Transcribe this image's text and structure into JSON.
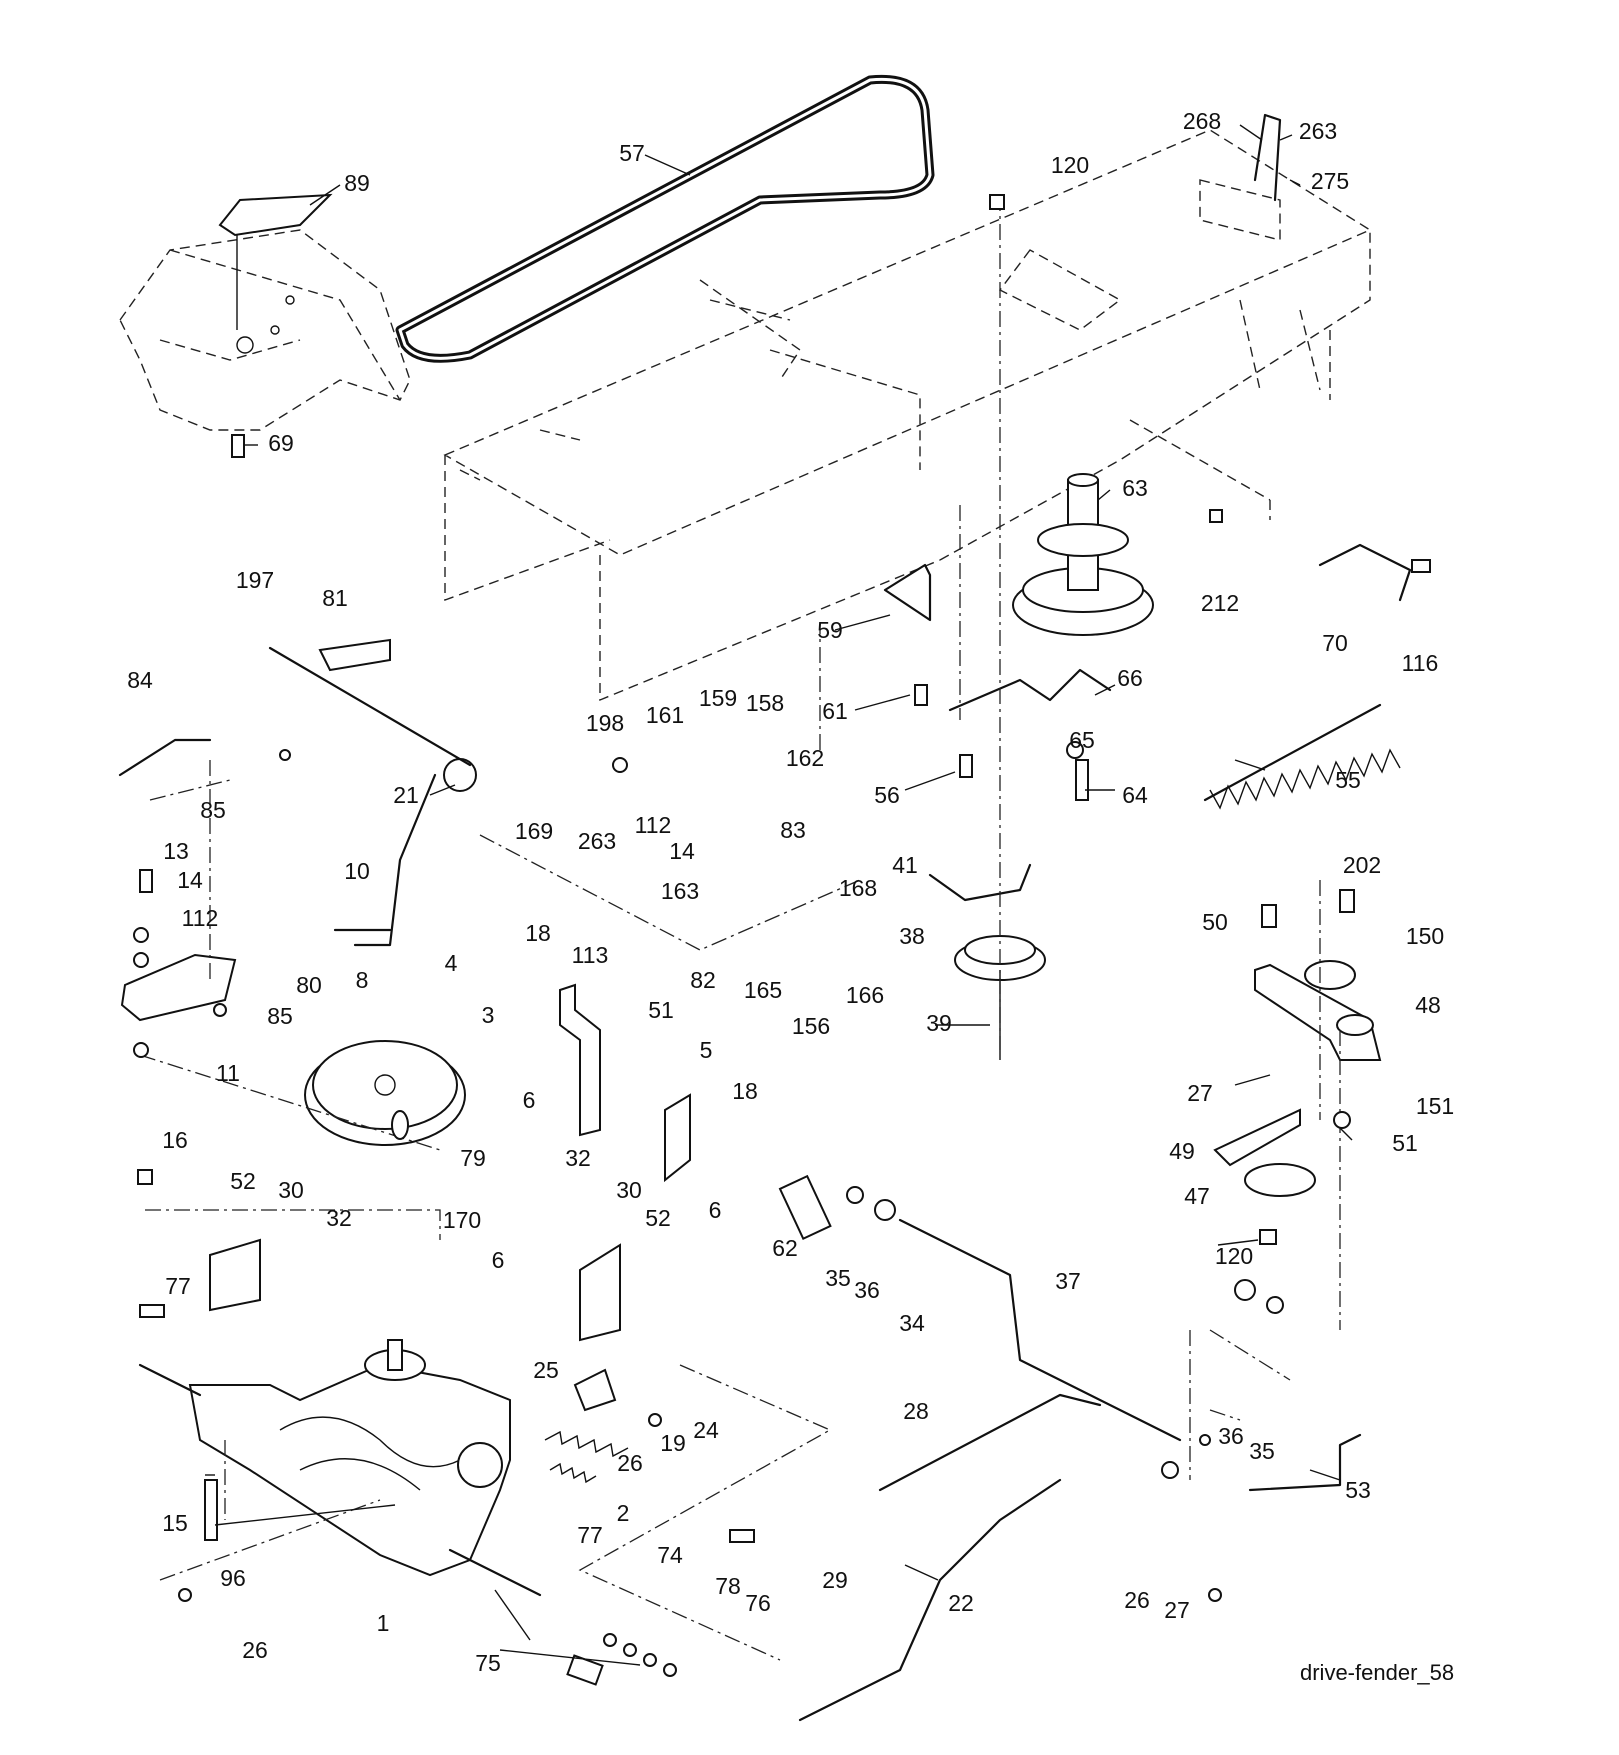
{
  "diagram": {
    "caption": "drive-fender_58",
    "labels": [
      {
        "id": "l-57",
        "text": "57"
      },
      {
        "id": "l-89",
        "text": "89"
      },
      {
        "id": "l-120a",
        "text": "120"
      },
      {
        "id": "l-268",
        "text": "268"
      },
      {
        "id": "l-263a",
        "text": "263"
      },
      {
        "id": "l-275",
        "text": "275"
      },
      {
        "id": "l-69",
        "text": "69"
      },
      {
        "id": "l-63",
        "text": "63"
      },
      {
        "id": "l-212",
        "text": "212"
      },
      {
        "id": "l-70",
        "text": "70"
      },
      {
        "id": "l-116",
        "text": "116"
      },
      {
        "id": "l-197",
        "text": "197"
      },
      {
        "id": "l-81",
        "text": "81"
      },
      {
        "id": "l-59",
        "text": "59"
      },
      {
        "id": "l-84",
        "text": "84"
      },
      {
        "id": "l-61",
        "text": "61"
      },
      {
        "id": "l-66",
        "text": "66"
      },
      {
        "id": "l-198",
        "text": "198"
      },
      {
        "id": "l-161",
        "text": "161"
      },
      {
        "id": "l-159",
        "text": "159"
      },
      {
        "id": "l-158",
        "text": "158"
      },
      {
        "id": "l-65",
        "text": "65"
      },
      {
        "id": "l-55",
        "text": "55"
      },
      {
        "id": "l-85a",
        "text": "85"
      },
      {
        "id": "l-21",
        "text": "21"
      },
      {
        "id": "l-162",
        "text": "162"
      },
      {
        "id": "l-56",
        "text": "56"
      },
      {
        "id": "l-64",
        "text": "64"
      },
      {
        "id": "l-169",
        "text": "169"
      },
      {
        "id": "l-263b",
        "text": "263"
      },
      {
        "id": "l-112a",
        "text": "112"
      },
      {
        "id": "l-10",
        "text": "10"
      },
      {
        "id": "l-14a",
        "text": "14"
      },
      {
        "id": "l-83",
        "text": "83"
      },
      {
        "id": "l-41",
        "text": "41"
      },
      {
        "id": "l-13",
        "text": "13"
      },
      {
        "id": "l-202",
        "text": "202"
      },
      {
        "id": "l-163",
        "text": "163"
      },
      {
        "id": "l-14b",
        "text": "14"
      },
      {
        "id": "l-168",
        "text": "168"
      },
      {
        "id": "l-112b",
        "text": "112"
      },
      {
        "id": "l-50",
        "text": "50"
      },
      {
        "id": "l-150",
        "text": "150"
      },
      {
        "id": "l-38",
        "text": "38"
      },
      {
        "id": "l-18a",
        "text": "18"
      },
      {
        "id": "l-113",
        "text": "113"
      },
      {
        "id": "l-80",
        "text": "80"
      },
      {
        "id": "l-8",
        "text": "8"
      },
      {
        "id": "l-4",
        "text": "4"
      },
      {
        "id": "l-82",
        "text": "82"
      },
      {
        "id": "l-165",
        "text": "165"
      },
      {
        "id": "l-166",
        "text": "166"
      },
      {
        "id": "l-48",
        "text": "48"
      },
      {
        "id": "l-85b",
        "text": "85"
      },
      {
        "id": "l-51a",
        "text": "51"
      },
      {
        "id": "l-3",
        "text": "3"
      },
      {
        "id": "l-156",
        "text": "156"
      },
      {
        "id": "l-39",
        "text": "39"
      },
      {
        "id": "l-11",
        "text": "11"
      },
      {
        "id": "l-5",
        "text": "5"
      },
      {
        "id": "l-27a",
        "text": "27"
      },
      {
        "id": "l-18b",
        "text": "18"
      },
      {
        "id": "l-6a",
        "text": "6"
      },
      {
        "id": "l-151",
        "text": "151"
      },
      {
        "id": "l-16",
        "text": "16"
      },
      {
        "id": "l-79",
        "text": "79"
      },
      {
        "id": "l-51b",
        "text": "51"
      },
      {
        "id": "l-49",
        "text": "49"
      },
      {
        "id": "l-52a",
        "text": "52"
      },
      {
        "id": "l-32a",
        "text": "32"
      },
      {
        "id": "l-30a",
        "text": "30"
      },
      {
        "id": "l-6b",
        "text": "6"
      },
      {
        "id": "l-47",
        "text": "47"
      },
      {
        "id": "l-62",
        "text": "62"
      },
      {
        "id": "l-30b",
        "text": "30"
      },
      {
        "id": "l-32b",
        "text": "32"
      },
      {
        "id": "l-52b",
        "text": "52"
      },
      {
        "id": "l-170",
        "text": "170"
      },
      {
        "id": "l-35a",
        "text": "35"
      },
      {
        "id": "l-36a",
        "text": "36"
      },
      {
        "id": "l-120b",
        "text": "120"
      },
      {
        "id": "l-6c",
        "text": "6"
      },
      {
        "id": "l-77a",
        "text": "77"
      },
      {
        "id": "l-34",
        "text": "34"
      },
      {
        "id": "l-37",
        "text": "37"
      },
      {
        "id": "l-25",
        "text": "25"
      },
      {
        "id": "l-24",
        "text": "24"
      },
      {
        "id": "l-28",
        "text": "28"
      },
      {
        "id": "l-19",
        "text": "19"
      },
      {
        "id": "l-36b",
        "text": "36"
      },
      {
        "id": "l-26a",
        "text": "26"
      },
      {
        "id": "l-35b",
        "text": "35"
      },
      {
        "id": "l-15",
        "text": "15"
      },
      {
        "id": "l-2",
        "text": "2"
      },
      {
        "id": "l-53",
        "text": "53"
      },
      {
        "id": "l-77b",
        "text": "77"
      },
      {
        "id": "l-74",
        "text": "74"
      },
      {
        "id": "l-29",
        "text": "29"
      },
      {
        "id": "l-96",
        "text": "96"
      },
      {
        "id": "l-78",
        "text": "78"
      },
      {
        "id": "l-76",
        "text": "76"
      },
      {
        "id": "l-22",
        "text": "22"
      },
      {
        "id": "l-26b",
        "text": "26"
      },
      {
        "id": "l-27b",
        "text": "27"
      },
      {
        "id": "l-1",
        "text": "1"
      },
      {
        "id": "l-26c",
        "text": "26"
      },
      {
        "id": "l-75",
        "text": "75"
      }
    ]
  }
}
